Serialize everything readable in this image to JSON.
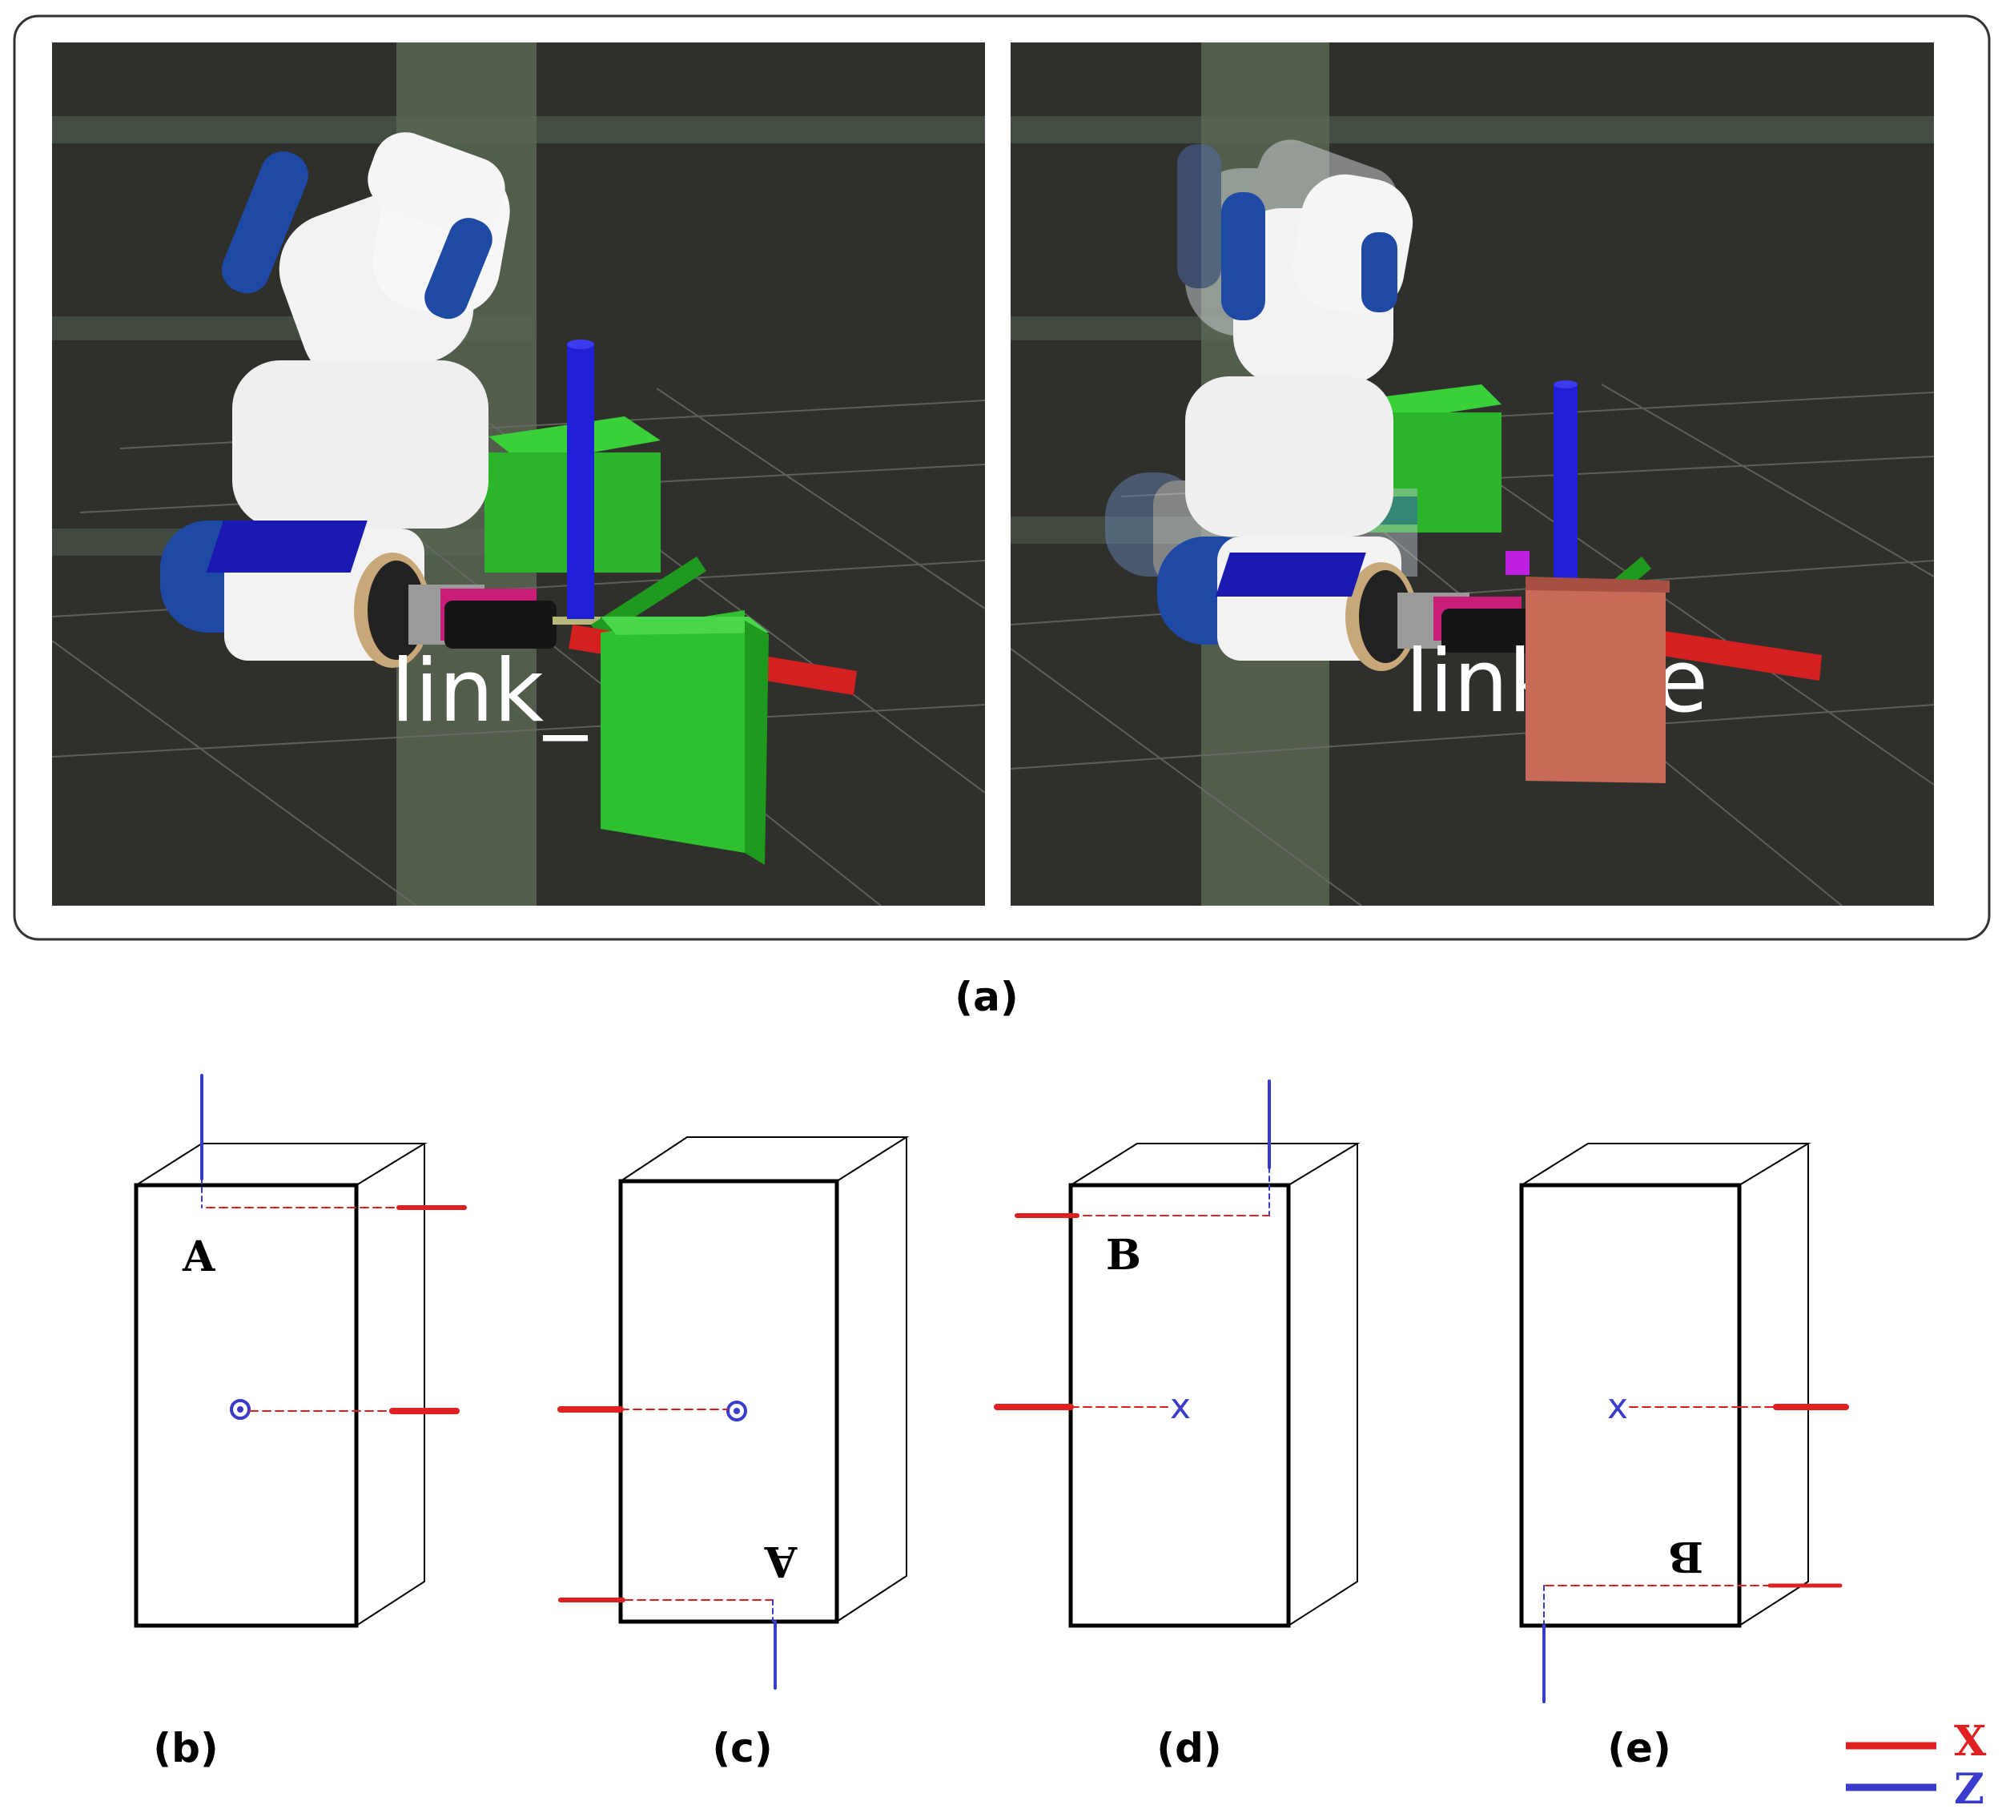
{
  "panels": {
    "a": {
      "caption": "(a)",
      "left_view": {
        "frame_label": "link_"
      },
      "right_view": {
        "frame_label": "link_ee"
      }
    },
    "b": {
      "caption": "(b)",
      "letter": "A"
    },
    "c": {
      "caption": "(c)",
      "letter": "A"
    },
    "d": {
      "caption": "(d)",
      "letter": "B",
      "mark": "x"
    },
    "e": {
      "caption": "(e)",
      "letter": "B",
      "mark": "x"
    }
  },
  "legend": {
    "items": [
      {
        "label": "X",
        "color": "#e02020"
      },
      {
        "label": "Z",
        "color": "#3a3acc"
      }
    ]
  },
  "colors": {
    "scene_bg": "#2f302c",
    "axis_x": "#e02020",
    "axis_z": "#3a3acc",
    "target_green": "#2fbf2f",
    "target_red": "#c76a58"
  }
}
